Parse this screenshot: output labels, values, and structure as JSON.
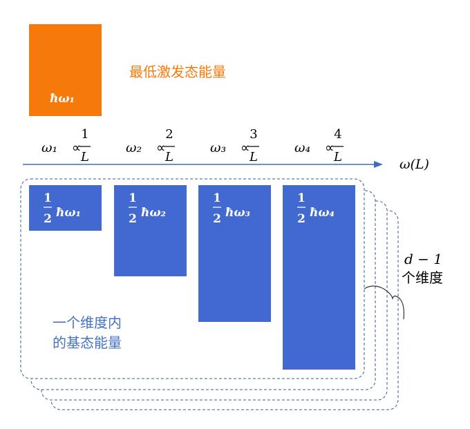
{
  "lowest_excitation": {
    "label": "ħω₁",
    "caption": "最低激发态能量"
  },
  "frequencies": [
    {
      "symbol": "ω₁",
      "num": "1",
      "den": "L"
    },
    {
      "symbol": "ω₂",
      "num": "2",
      "den": "L"
    },
    {
      "symbol": "ω₃",
      "num": "3",
      "den": "L"
    },
    {
      "symbol": "ω₄",
      "num": "4",
      "den": "L"
    }
  ],
  "propto_symbol": "∝",
  "axis_label": "ω(L)",
  "ground_states": [
    {
      "coef_num": "1",
      "coef_den": "2",
      "label": "ħω₁",
      "relative_height": 1
    },
    {
      "coef_num": "1",
      "coef_den": "2",
      "label": "ħω₂",
      "relative_height": 2
    },
    {
      "coef_num": "1",
      "coef_den": "2",
      "label": "ħω₃",
      "relative_height": 3
    },
    {
      "coef_num": "1",
      "coef_den": "2",
      "label": "ħω₄",
      "relative_height": 4
    }
  ],
  "ground_caption": [
    "一个维度内",
    "的基态能量"
  ],
  "dimension_label": {
    "line1": "d − 1",
    "line2": "个维度"
  },
  "colors": {
    "orange": "#F57A0A",
    "blue": "#4169CF",
    "caption_blue": "#4472C4",
    "axis": "#3A6FC0",
    "dash": "#3A5A8C"
  }
}
